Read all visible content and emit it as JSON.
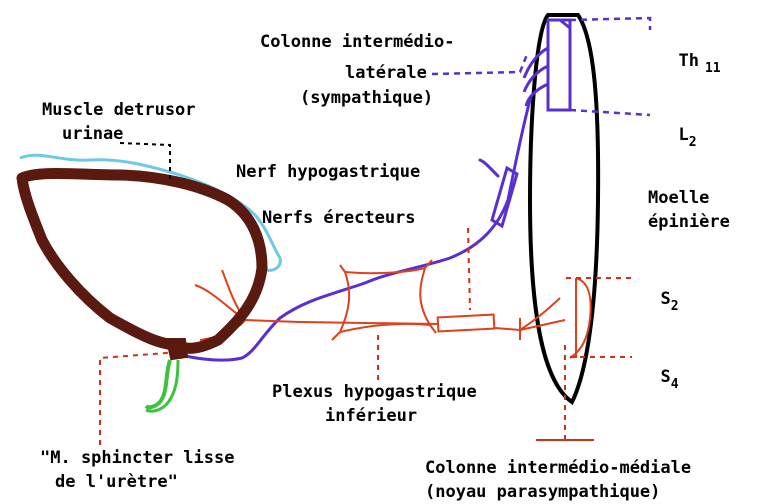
{
  "labels": {
    "colonne_im_lat_1": "Colonne intermédio-",
    "colonne_im_lat_2": "latérale",
    "colonne_im_lat_3": "(sympathique)",
    "th11_main": "Th",
    "th11_sub": "11",
    "l2_main": "L",
    "l2_sub": "2",
    "muscle_1": "Muscle detrusor",
    "muscle_2": "urinae",
    "nerf_hypogastrique": "Nerf hypogastrique",
    "nerfs_erecteurs": "Nerfs érecteurs",
    "moelle_1": "Moelle",
    "moelle_2": "épinière",
    "s2_main": "S",
    "s2_sub": "2",
    "s4_main": "S",
    "s4_sub": "4",
    "plexus_1": "Plexus hypogastrique",
    "plexus_2": "inférieur",
    "sphincter_1": "\"M. sphincter lisse",
    "sphincter_2": "de l'urètre\"",
    "colonne_im_med_1": "Colonne intermédio-médiale",
    "colonne_im_med_2": "(noyau parasympathique)"
  },
  "colors": {
    "bladder": "#5a1a10",
    "serosa": "#6ec8e8",
    "sympathetic": "#5a2fd0",
    "parasympathetic": "#e0401a",
    "urethra": "#3cc23c",
    "leader": "#d03018",
    "cord": "#000000"
  }
}
